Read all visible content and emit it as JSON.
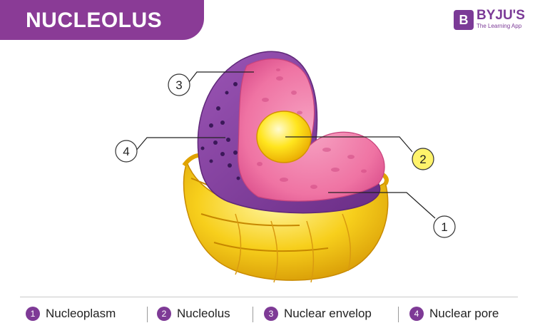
{
  "title": "NUCLEOLUS",
  "brand": {
    "mark": "B",
    "name": "BYJU'S",
    "tagline": "The Learning App"
  },
  "callouts": [
    {
      "number": "1",
      "highlight": false
    },
    {
      "number": "2",
      "highlight": true
    },
    {
      "number": "3",
      "highlight": false
    },
    {
      "number": "4",
      "highlight": false
    }
  ],
  "legend": [
    {
      "number": "1",
      "label": "Nucleoplasm"
    },
    {
      "number": "2",
      "label": "Nucleolus"
    },
    {
      "number": "3",
      "label": "Nuclear envelop"
    },
    {
      "number": "4",
      "label": "Nuclear pore"
    }
  ],
  "colors": {
    "banner": "#8a3b96",
    "envelope": "#7d3f9c",
    "nucleoplasm": "#ef6fa3",
    "nucleolus": "#ffe21a",
    "er": "#f2c418",
    "highlight_callout": "#fff36b"
  }
}
